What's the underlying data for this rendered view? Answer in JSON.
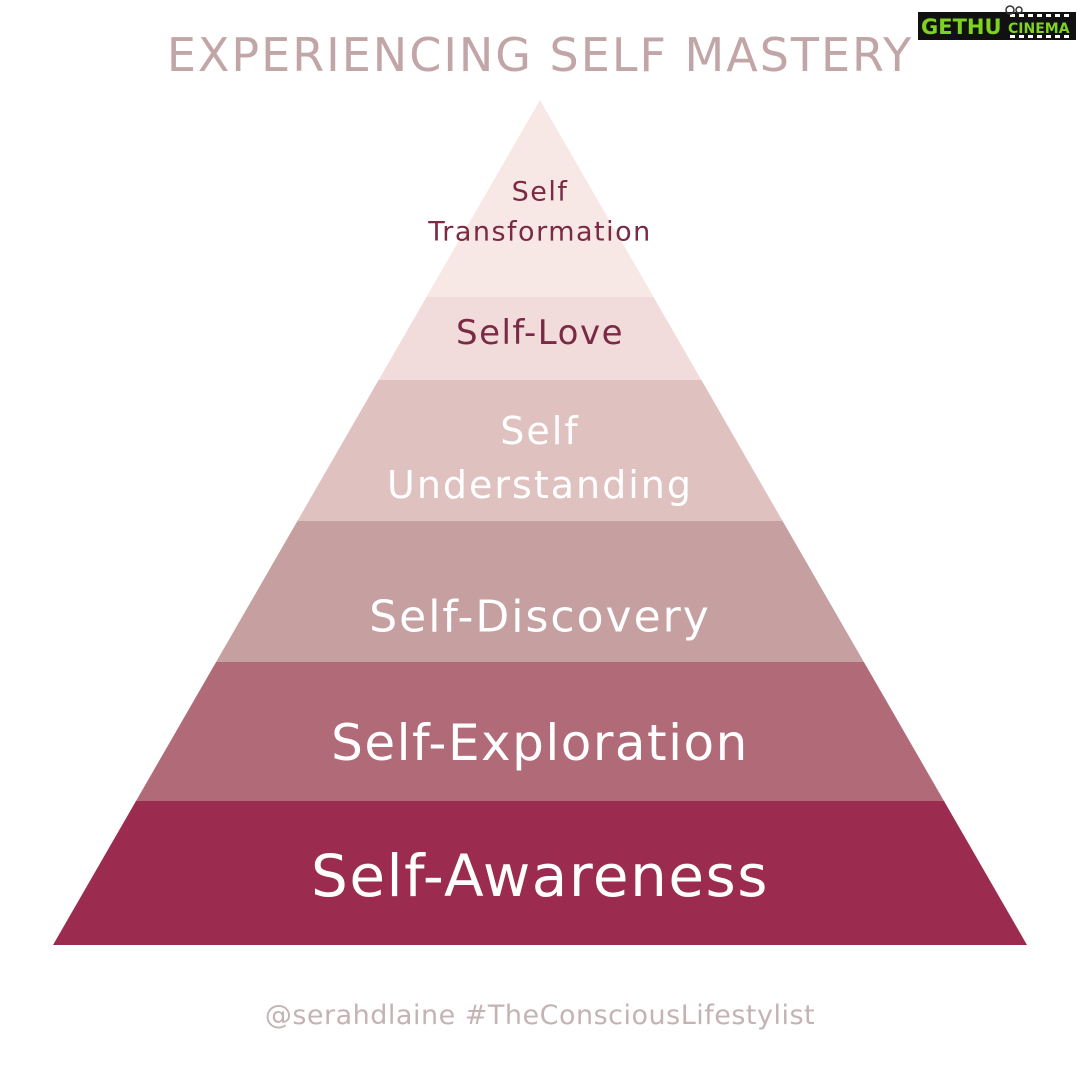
{
  "title": "EXPERIENCING SELF MASTERY",
  "levels": [
    {
      "label_lines": [
        "Self",
        "Transformation"
      ],
      "color": "#f7e7e5",
      "text_color": "#7a2a44"
    },
    {
      "label_lines": [
        "Self-Love"
      ],
      "color": "#f2dcdb",
      "text_color": "#7a2a44"
    },
    {
      "label_lines": [
        "Self",
        "Understanding"
      ],
      "color": "#dfc1c0",
      "text_color": "#ffffff"
    },
    {
      "label_lines": [
        "Self-Discovery"
      ],
      "color": "#c6a0a1",
      "text_color": "#ffffff"
    },
    {
      "label_lines": [
        "Self-Exploration"
      ],
      "color": "#b06a78",
      "text_color": "#ffffff"
    },
    {
      "label_lines": [
        "Self-Awareness"
      ],
      "color": "#9b2c4f",
      "text_color": "#ffffff"
    }
  ],
  "footer": "@serahdlaine #TheConsciousLifestylist",
  "watermark": {
    "text_part1": "GETHU",
    "text_part2": "CINEMA",
    "color_part1": "#7ed321",
    "color_part2": "#7ed321",
    "icon": "film-reel-icon"
  }
}
